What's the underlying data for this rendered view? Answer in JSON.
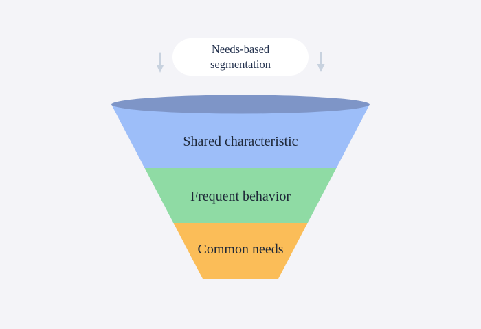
{
  "canvas": {
    "background_color": "#f4f4f8"
  },
  "header": {
    "label": "Needs-based segmentation",
    "pill_color": "#ffffff",
    "text_color": "#24324e",
    "arrow_color": "#c8d2df",
    "left_arrow_icon": "down-arrow",
    "right_arrow_icon": "down-arrow"
  },
  "funnel": {
    "type": "funnel",
    "top_ellipse_color": "#7e95c7",
    "label_color": "#1e2838",
    "segments": [
      {
        "label": "Shared characteristic",
        "color": "#9dbef9"
      },
      {
        "label": "Frequent behavior",
        "color": "#8fdba4"
      },
      {
        "label": "Common needs",
        "color": "#fbbd58"
      }
    ]
  }
}
